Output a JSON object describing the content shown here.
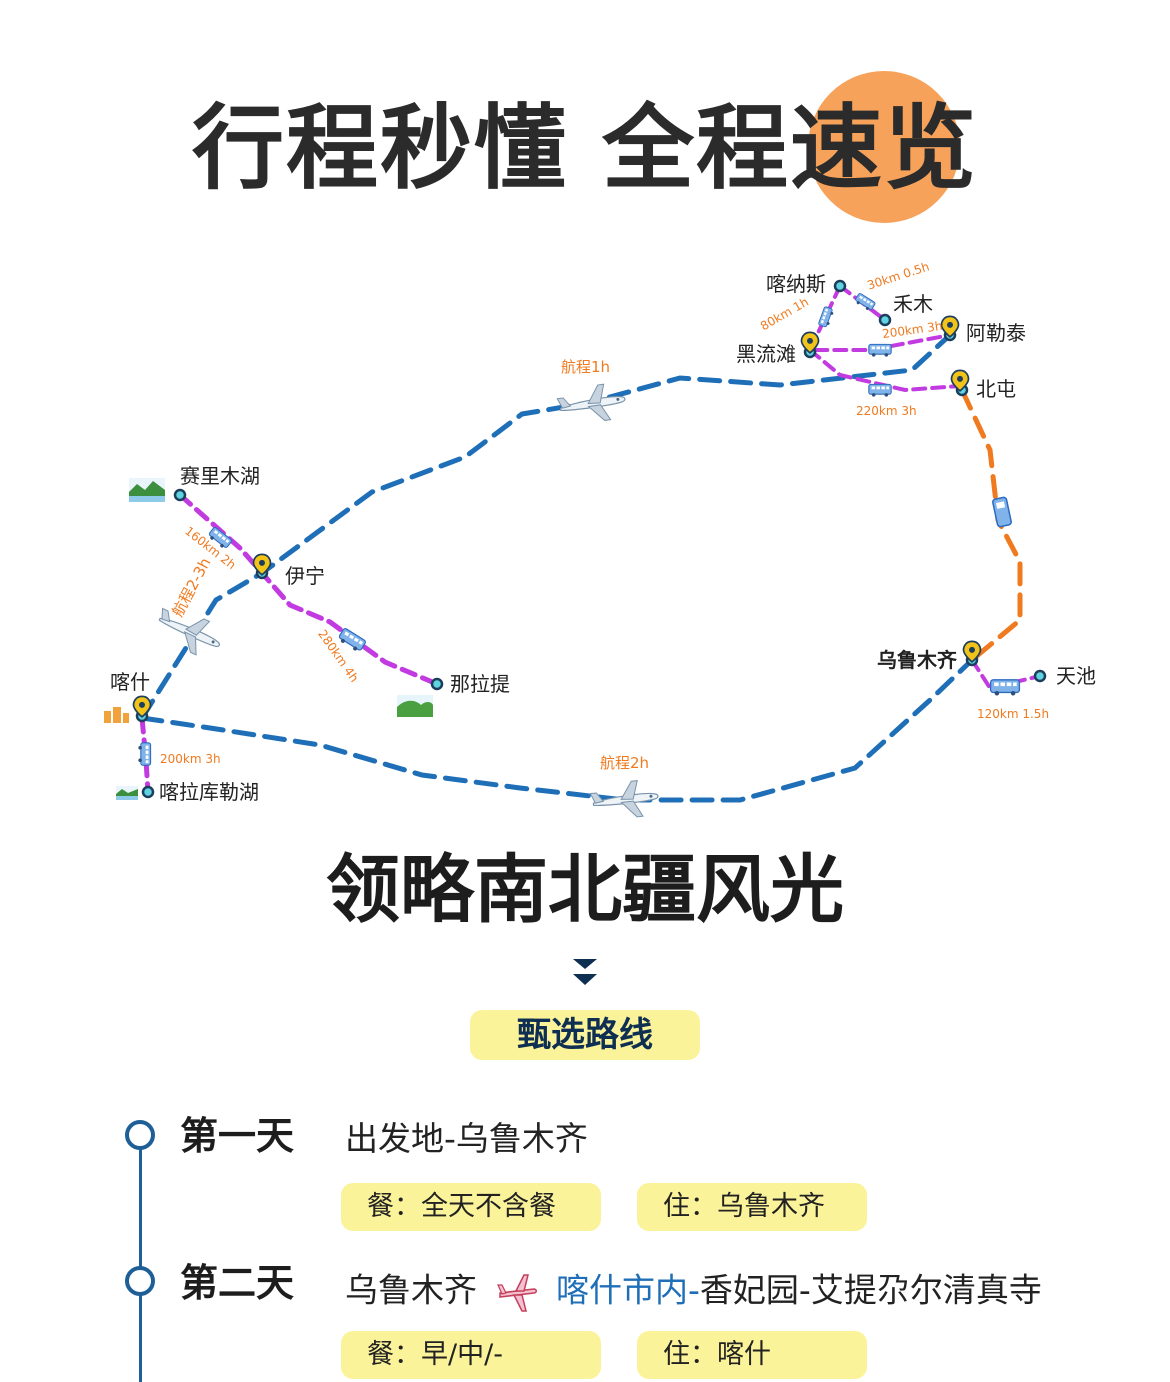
{
  "hero": {
    "title": "行程秒懂  全程速览"
  },
  "map": {
    "places": {
      "kanas": "喀纳斯",
      "hemu": "禾木",
      "heiliutan": "黑流滩",
      "aletai": "阿勒泰",
      "beitun": "北屯",
      "sailimu": "赛里木湖",
      "yining": "伊宁",
      "nalati": "那拉提",
      "kashi": "喀什",
      "kalakule": "喀拉库勒湖",
      "urumqi": "乌鲁木齐",
      "tianchi": "天池"
    },
    "distances": {
      "kanas_hemu": "30km 0.5h",
      "kanas_heiliutan": "80km 1h",
      "hemu_aletai": "200km 3h",
      "heiliutan_beitun": "220km 3h",
      "sailimu_yining": "160km 2h",
      "yining_nalati": "280km 4h",
      "kashi_kalakule": "200km 3h",
      "urumqi_tianchi": "120km 1.5h"
    },
    "flights": {
      "yining_altay": "航程1h",
      "kashi_yining": "航程2-3h",
      "kashi_urumqi": "航程2h"
    }
  },
  "section": {
    "subtitle": "领略南北疆风光",
    "pill": "甄选路线"
  },
  "days": [
    {
      "label": "第一天",
      "route": "出发地-乌鲁木齐",
      "meal": "餐：全天不含餐",
      "stay": "住：乌鲁木齐"
    },
    {
      "label": "第二天",
      "route_start": "乌鲁木齐",
      "route_highlight": "喀什市内-",
      "route_end": "香妃园-艾提尕尔清真寺",
      "meal": "餐：早/中/-",
      "stay": "住：喀什"
    }
  ],
  "colors": {
    "flight_route": "#1f6fb8",
    "drive_route": "#c23be0",
    "train_route": "#f07a1f",
    "accent_circle": "#f6a25a",
    "pill_bg": "#fbf39a",
    "timeline": "#1f5f98"
  }
}
